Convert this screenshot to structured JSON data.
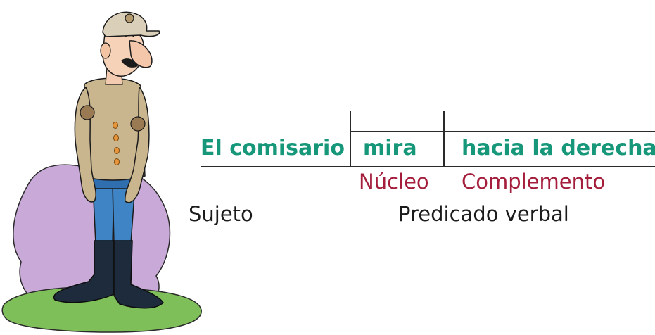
{
  "sentence": {
    "subject": "El comisario",
    "verb": "mira",
    "complement": "hacia la derecha."
  },
  "labels": {
    "nucleus": "Núcleo",
    "complement": "Complemento",
    "subject": "Sujeto",
    "predicate": "Predicado verbal"
  },
  "colors": {
    "sentence_text": "#16977a",
    "sub_labels": "#a41e3c",
    "main_labels": "#1b1b1b",
    "background_blob": "#c8a9d8",
    "ground": "#7fbf5a"
  }
}
